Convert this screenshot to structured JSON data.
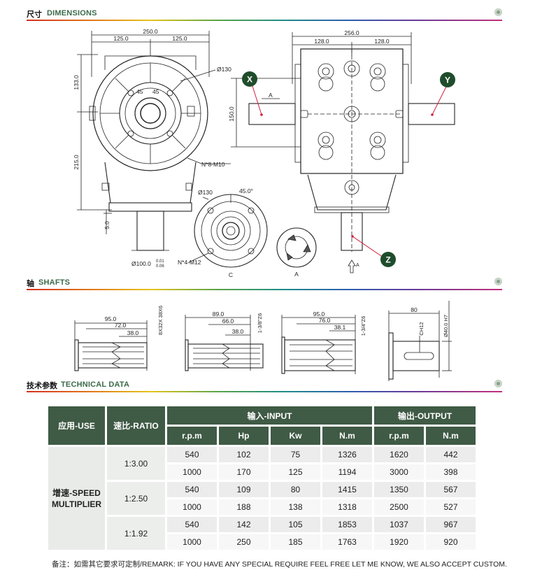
{
  "sections": {
    "dimensions": {
      "cn": "尺寸",
      "en": "DIMENSIONS"
    },
    "shafts": {
      "cn": "轴",
      "en": "SHAFTS"
    },
    "technical": {
      "cn": "技术参数",
      "en": "TECHNICAL DATA"
    }
  },
  "drawing": {
    "front": {
      "overall_width": "250.0",
      "half_left": "125.0",
      "half_right": "125.0",
      "upper_height": "133.0",
      "lower_height": "215.0",
      "flange_thickness": "5.0",
      "bolt_circle": "Ø130",
      "angle_a": "45",
      "angle_b": "45",
      "bolts": "N*8-M10",
      "shaft_dia": "Ø100.0",
      "shaft_tol_upper": "0.01",
      "shaft_tol_lower": "0.06"
    },
    "side": {
      "overall_width": "256.0",
      "half_left": "128.0",
      "half_right": "128.0",
      "center_height": "150.0",
      "section_marker": "A",
      "label_x": "X",
      "label_y": "Y",
      "label_z": "Z",
      "arrow_a": "A"
    },
    "flange_c": {
      "bolt_circle": "Ø130",
      "angle": "45.0°",
      "bolts": "N*4-M12",
      "caption": "C"
    },
    "section_a": {
      "caption": "A"
    }
  },
  "shafts": [
    {
      "total": "95.0",
      "mid": "72.0",
      "inner": "38.0",
      "spline": "8X32X 38X6"
    },
    {
      "total": "89.0",
      "mid": "66.0",
      "inner": "38.0",
      "spline": "1-3/8\"Z6"
    },
    {
      "total": "95.0",
      "mid": "76.0",
      "inner": "38.1",
      "spline": "1-3/4\"Z6"
    },
    {
      "total": "80",
      "key": "CH12",
      "dia": "Ø40.0 H7"
    }
  ],
  "table": {
    "headers": {
      "use": "应用-USE",
      "ratio": "速比-RATIO",
      "input": "输入-INPUT",
      "output": "输出-OUTPUT",
      "input_cols": [
        "r.p.m",
        "Hp",
        "Kw",
        "N.m"
      ],
      "output_cols": [
        "r.p.m",
        "N.m"
      ]
    },
    "use_label_line1": "增速-SPEED",
    "use_label_line2": "MULTIPLIER",
    "groups": [
      {
        "ratio": "1:3.00",
        "rows": [
          [
            "540",
            "102",
            "75",
            "1326",
            "1620",
            "442"
          ],
          [
            "1000",
            "170",
            "125",
            "1194",
            "3000",
            "398"
          ]
        ]
      },
      {
        "ratio": "1:2.50",
        "rows": [
          [
            "540",
            "109",
            "80",
            "1415",
            "1350",
            "567"
          ],
          [
            "1000",
            "188",
            "138",
            "1318",
            "2500",
            "527"
          ]
        ]
      },
      {
        "ratio": "1:1.92",
        "rows": [
          [
            "540",
            "142",
            "105",
            "1853",
            "1037",
            "967"
          ],
          [
            "1000",
            "250",
            "185",
            "1763",
            "1920",
            "920"
          ]
        ]
      }
    ]
  },
  "remark": "备注：如需其它要求可定制/REMARK: IF YOU HAVE ANY SPECIAL REQUIRE FEEL FREE LET ME KNOW, WE ALSO ACCEPT CUSTOM.",
  "colors": {
    "header_green": "#3f5a45",
    "title_green": "#3c6a4a",
    "callout_green": "#1f4d2c",
    "callout_line": "#d0203a"
  }
}
